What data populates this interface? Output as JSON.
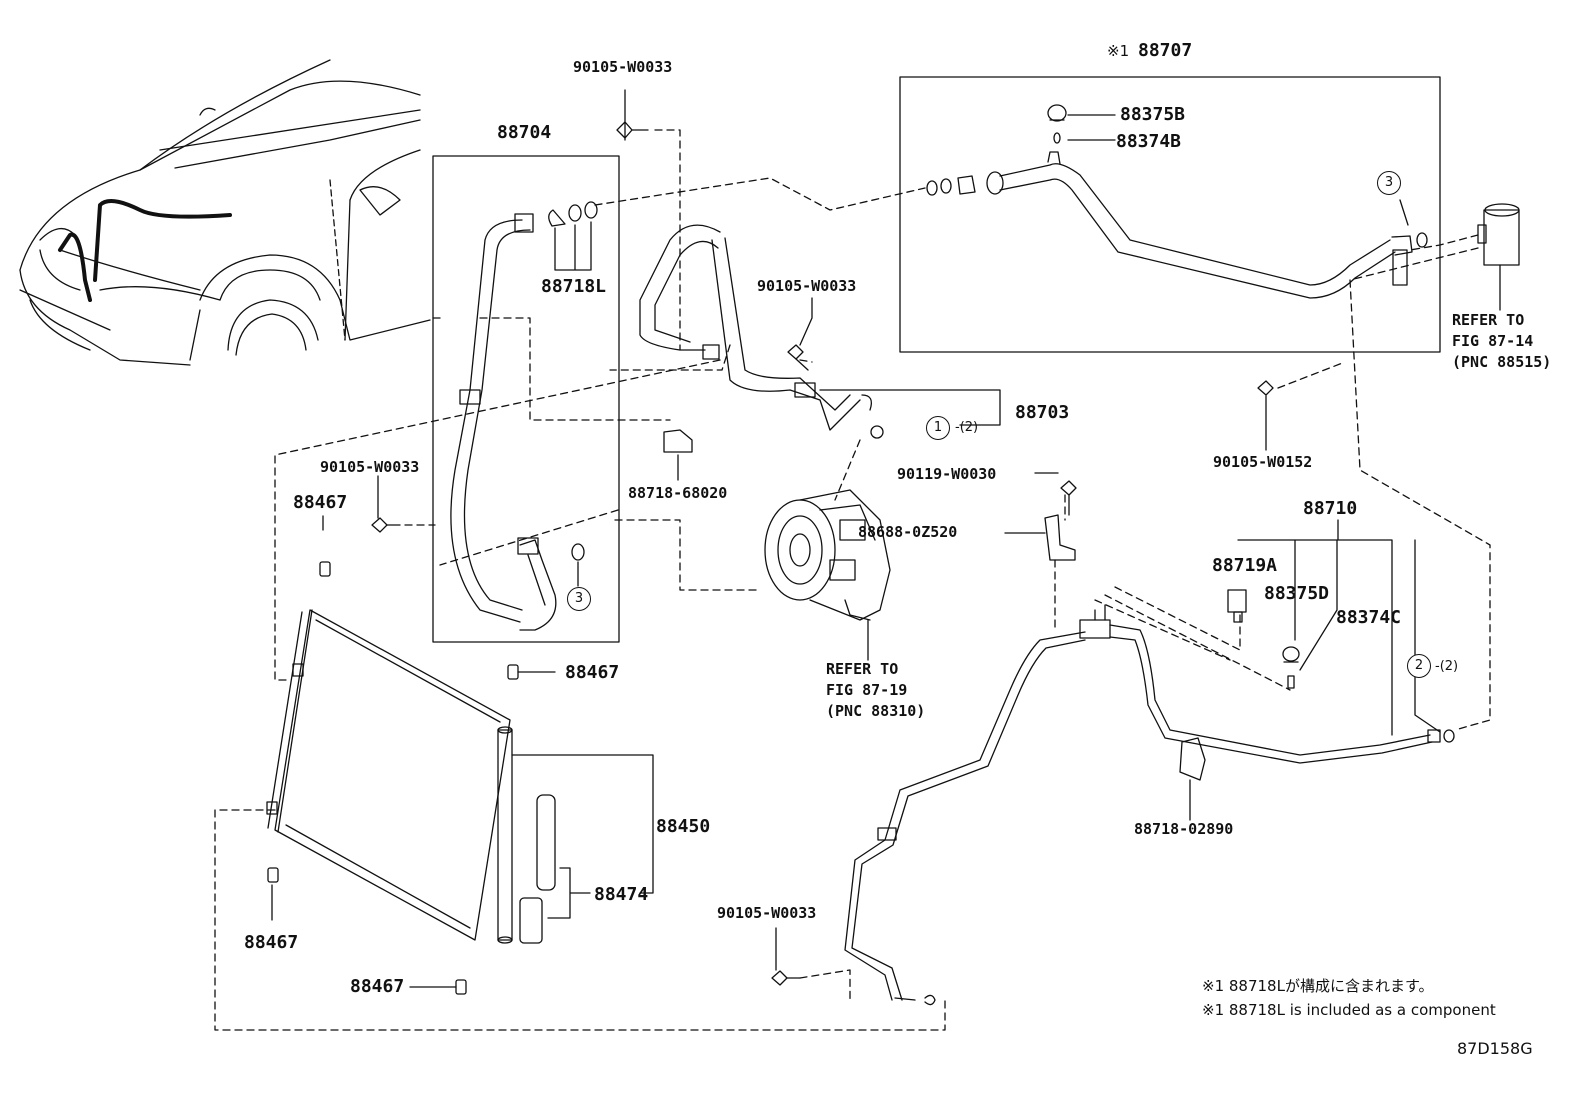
{
  "labels": {
    "p88704": "88704",
    "p88718L": "88718L",
    "p88703": "88703",
    "p88707": "88707",
    "p88707_mark": "※1",
    "p88375B": "88375B",
    "p88374B": "88374B",
    "p88710": "88710",
    "p88719A": "88719A",
    "p88375D": "88375D",
    "p88374C": "88374C",
    "p88450": "88450",
    "p88474": "88474",
    "p88467_a": "88467",
    "p88467_b": "88467",
    "p88467_c": "88467",
    "p88467_d": "88467",
    "bolt_a": "90105-W0033",
    "bolt_b": "90105-W0033",
    "bolt_c": "90105-W0033",
    "bolt_d": "90105-W0033",
    "bolt_e": "90105-W0152",
    "bolt_f": "90119-W0030",
    "clamp_a": "88718-68020",
    "clamp_b": "88718-02890",
    "sensor": "88688-0Z520"
  },
  "refers": {
    "compressor": [
      "REFER TO",
      "FIG 87-19",
      "(PNC 88310)"
    ],
    "valve": [
      "REFER TO",
      "FIG 87-14",
      "(PNC 88515)"
    ]
  },
  "callouts": {
    "c1": "1",
    "c1_qty": "-(2)",
    "c2": "2",
    "c2_qty": "-(2)",
    "c3_a": "3",
    "c3_b": "3"
  },
  "notes": {
    "jp": "※1 88718Lが構成に含まれます。",
    "en": "※1 88718L is included as a component",
    "figure_id": "87D158G"
  }
}
